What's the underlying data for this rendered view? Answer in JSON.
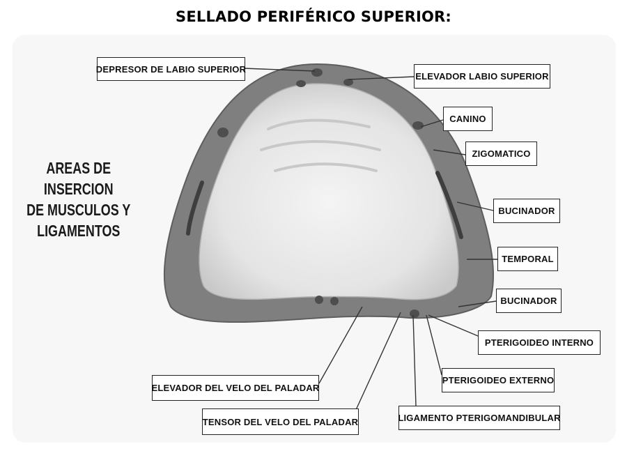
{
  "title": "SELLADO PERIFÉRICO SUPERIOR:",
  "side_note": [
    "AREAS DE INSERCION",
    "DE MUSCULOS Y",
    "LIGAMENTOS"
  ],
  "labels": {
    "depresor": "DEPRESOR DE LABIO SUPERIOR",
    "elevador_labio": "ELEVADOR LABIO SUPERIOR",
    "canino": "CANINO",
    "zigomatico": "ZIGOMATICO",
    "bucinador_1": "BUCINADOR",
    "temporal": "TEMPORAL",
    "bucinador_2": "BUCINADOR",
    "pterigoideo_interno": "PTERIGOIDEO INTERNO",
    "pterigoideo_externo": "PTERIGOIDEO EXTERNO",
    "ligamento": "LIGAMENTO PTERIGOMANDIBULAR",
    "elevador_velo": "ELEVADOR DEL VELO DEL PALADAR",
    "tensor_velo": "TENSOR DEL VELO DEL PALADAR"
  },
  "colors": {
    "border_zone": "#7d7d7d",
    "palate": "#e6e6e6",
    "line": "#333333"
  }
}
